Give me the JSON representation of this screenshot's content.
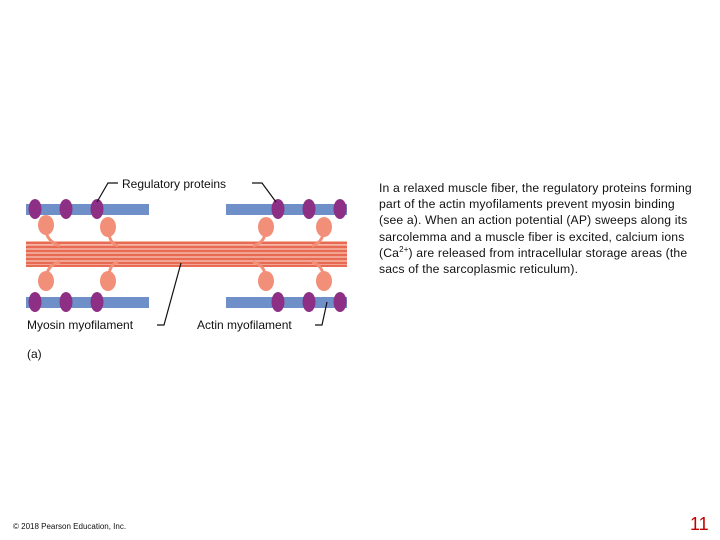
{
  "labels": {
    "regulatory": "Regulatory proteins",
    "myosin": "Myosin myofilament",
    "actin": "Actin myofilament",
    "panel": "(a)"
  },
  "description": {
    "part1": "In a relaxed muscle fiber, the regulatory proteins forming part of the actin myofilaments prevent myosin binding (see a). When an action potential (AP) sweeps along its sarcolemma and a muscle fiber is excited, calcium ions (Ca",
    "sup": "2+",
    "part2": ") are released from intracellular storage areas (the sacs of the sarcoplasmic reticulum)."
  },
  "footer": {
    "copyright": "© 2018 Pearson Education, Inc.",
    "page_number": "11"
  },
  "colors": {
    "actin": "#6f8fc9",
    "regulatory": "#8e2f86",
    "myosin_line": "#e0604a",
    "myosin_band": "#f2a090",
    "myosin_head": "#f28f78"
  }
}
